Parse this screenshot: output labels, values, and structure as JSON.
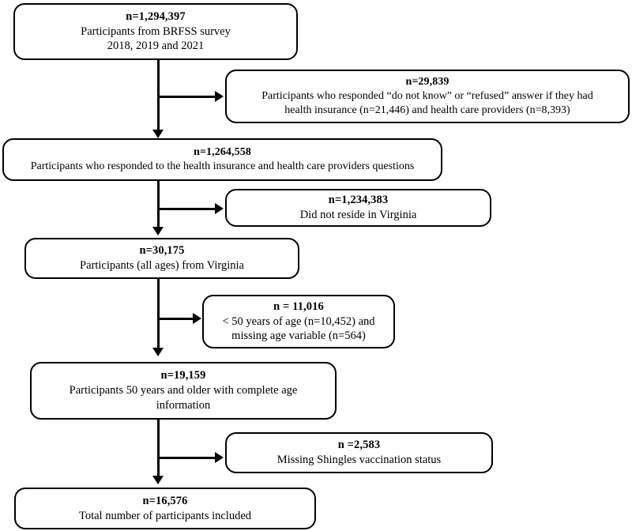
{
  "diagram": {
    "type": "participant-flow-diagram",
    "title": "",
    "nodes": [
      {
        "id": "source",
        "role": "included",
        "header": "n=1,294,397",
        "lines": [
          "Participants from BRFSS survey",
          "2018, 2019 and 2021"
        ]
      },
      {
        "id": "excluded-unknown-refused",
        "role": "excluded",
        "header": "n=29,839",
        "lines": [
          "Participants who responded “do not know” or “refused” answer if they had",
          "health insurance (n=21,446) and health care providers (n=8,393)"
        ]
      },
      {
        "id": "responded",
        "role": "included",
        "header": "n=1,264,558",
        "lines": [
          "Participants who responded to the health insurance and health care providers questions"
        ]
      },
      {
        "id": "excluded-not-virginia",
        "role": "excluded",
        "header": "n=1,234,383",
        "lines": [
          "Did not reside in Virginia"
        ]
      },
      {
        "id": "virginia-all-ages",
        "role": "included",
        "header": "n=30,175",
        "lines": [
          "Participants (all ages) from Virginia"
        ]
      },
      {
        "id": "excluded-under-50",
        "role": "excluded",
        "header": "n = 11,016",
        "lines": [
          "< 50 years of age (n=10,452) and",
          "missing age variable (n=564)"
        ]
      },
      {
        "id": "age-50-plus",
        "role": "included",
        "header": "n=19,159",
        "lines": [
          "Participants 50 years and older with complete age",
          "information"
        ]
      },
      {
        "id": "excluded-missing-shingles",
        "role": "excluded",
        "header": "n =2,583",
        "lines": [
          "Missing Shingles vaccination status"
        ]
      },
      {
        "id": "final-total",
        "role": "included",
        "header": "n=16,576",
        "lines": [
          "Total number of participants included"
        ]
      }
    ],
    "connectors": [
      {
        "id": "trunk-1",
        "from": "source",
        "to": "responded",
        "kind": "vertical-arrow"
      },
      {
        "id": "branch-1",
        "from": "source",
        "to": "excluded-unknown-refused",
        "kind": "horizontal-arrow"
      },
      {
        "id": "trunk-2",
        "from": "responded",
        "to": "virginia-all-ages",
        "kind": "vertical-arrow"
      },
      {
        "id": "branch-2",
        "from": "responded",
        "to": "excluded-not-virginia",
        "kind": "horizontal-arrow"
      },
      {
        "id": "trunk-3",
        "from": "virginia-all-ages",
        "to": "age-50-plus",
        "kind": "vertical-arrow"
      },
      {
        "id": "branch-3",
        "from": "virginia-all-ages",
        "to": "excluded-under-50",
        "kind": "horizontal-arrow"
      },
      {
        "id": "trunk-4",
        "from": "age-50-plus",
        "to": "final-total",
        "kind": "vertical-arrow"
      },
      {
        "id": "branch-4",
        "from": "age-50-plus",
        "to": "excluded-missing-shingles",
        "kind": "horizontal-arrow"
      }
    ],
    "colors": {
      "stroke": "#000000",
      "fill": "#ffffff",
      "text": "#000000"
    }
  }
}
